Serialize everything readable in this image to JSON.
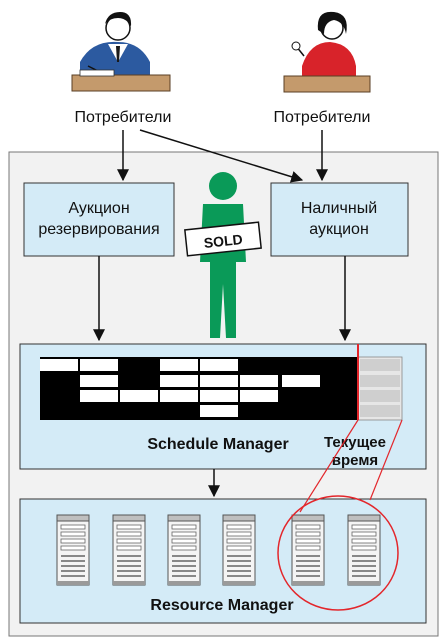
{
  "consumers": {
    "left_label": "Потребители",
    "right_label": "Потребители"
  },
  "boxes": {
    "reservation_auction": [
      "Аукцион",
      "резервирования"
    ],
    "cash_auction": [
      "Наличный",
      "аукцион"
    ]
  },
  "sold_sign": "SOLD",
  "schedule_manager": {
    "label": "Schedule Manager",
    "current_time": [
      "Текущее",
      "время"
    ]
  },
  "resource_manager": {
    "label": "Resource Manager",
    "server_count": 6
  },
  "colors": {
    "box_fill": "#d4ebf7",
    "frame_fill": "#f2f2f2",
    "figure_green": "#0a9a58",
    "highlight_red": "#e3262b",
    "suit_blue": "#2c5aa0",
    "dress_red": "#d8232a",
    "desk_brown": "#c49a6c"
  },
  "icons": [
    "man-at-desk-icon",
    "woman-at-desk-icon",
    "sold-person-icon",
    "server-icon"
  ]
}
